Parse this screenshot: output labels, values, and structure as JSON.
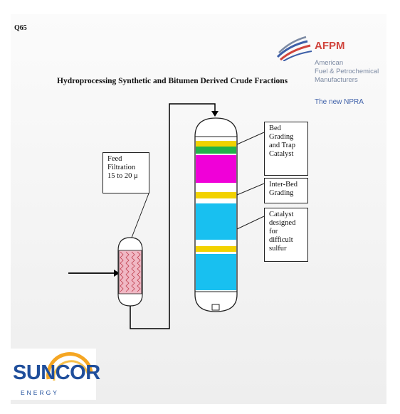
{
  "slide": {
    "page_id": "Q65",
    "title": "Hydroprocessing Synthetic and Bitumen Derived Crude Fractions"
  },
  "afpm": {
    "name": "AFPM",
    "lines": [
      "American",
      "Fuel & Petrochemical",
      "Manufacturers"
    ],
    "tagline": "The new NPRA",
    "colors": {
      "name": "#d0443c",
      "text": "#7c8aa3",
      "tagline": "#3d5fa8"
    }
  },
  "suncor": {
    "name": "SUNCOR",
    "sub": "ENERGY",
    "colors": {
      "text": "#1f4e9b",
      "sun_arc": "#f5a623"
    }
  },
  "labels": {
    "feed_filtration": [
      "Feed",
      "Filtration",
      "15 to 20 μ"
    ],
    "bed_grading": [
      "Bed",
      "Grading",
      "and Trap",
      "Catalyst"
    ],
    "inter_bed": [
      "Inter-Bed",
      "Grading"
    ],
    "catalyst": [
      "Catalyst",
      "designed",
      "for difficult",
      "sulfur"
    ]
  },
  "colors": {
    "grading_yellow": "#f2d200",
    "trap_green": "#21b24a",
    "magenta_bed": "#f000d8",
    "cyan_bed": "#18c0f0",
    "filter_pink": "#f0b8c4",
    "filter_lines": "#c04050"
  }
}
